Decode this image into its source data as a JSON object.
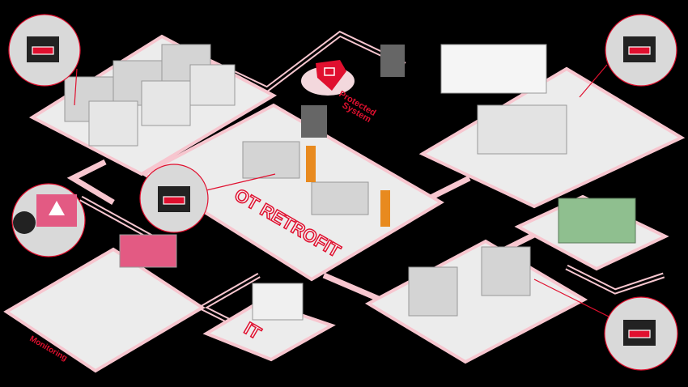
{
  "labels": {
    "protected_system_line1": "Protected",
    "protected_system_line2": "System",
    "ot_retrofit": "OT RETROFIT",
    "it": "IT",
    "monitoring": "Monitoring"
  },
  "colors": {
    "background": "#000000",
    "accent": "#e0102f",
    "platform": "#ececec",
    "platform_edge": "#f7c6cf"
  },
  "icons": [
    "shield-lock-icon",
    "warning-icon",
    "network-device-icon"
  ]
}
